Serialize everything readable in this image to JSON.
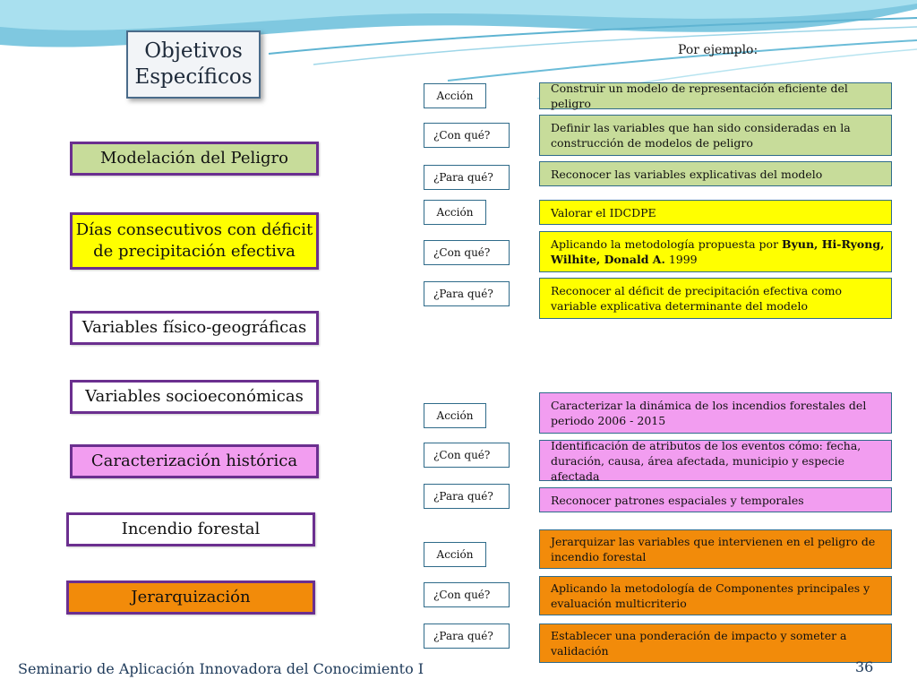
{
  "title": {
    "line1": "Objetivos",
    "line2": "Específicos"
  },
  "example_label": "Por ejemplo:",
  "left_items": [
    {
      "label": "Modelación del Peligro"
    },
    {
      "label": "Días consecutivos con déficit de precipitación efectiva"
    },
    {
      "label": "Variables físico-geográficas"
    },
    {
      "label": "Variables socioeconómicas"
    },
    {
      "label": "Caracterización histórica"
    },
    {
      "label": "Incendio forestal"
    },
    {
      "label": "Jerarquización"
    }
  ],
  "tags": {
    "accion": "Acción",
    "con_que": "¿Con qué?",
    "para_que": "¿Para qué?"
  },
  "groups": [
    {
      "color": "#c7dc9a",
      "accion": "Construir un modelo de representación eficiente del peligro",
      "con_que": "Definir las variables que han sido consideradas en la construcción de modelos de peligro",
      "para_que": "Reconocer las variables explicativas del modelo"
    },
    {
      "color": "#ffff00",
      "accion": "Valorar el IDCDPE",
      "con_que_prefix": "Aplicando la metodología propuesta por ",
      "con_que_bold": "Byun, Hi-Ryong, Wilhite, Donald A.",
      "con_que_suffix": " 1999",
      "para_que": "Reconocer al déficit de precipitación efectiva  como variable explicativa determinante del modelo"
    },
    {
      "color": "#f29df0",
      "accion": "Caracterizar la dinámica de los incendios forestales del periodo 2006 - 2015",
      "con_que": "Identificación de atributos de los eventos cómo: fecha, duración, causa, área afectada, municipio y especie afectada",
      "para_que": "Reconocer patrones espaciales y temporales"
    },
    {
      "color": "#f28b0a",
      "accion": "Jerarquizar las variables que intervienen en el peligro de incendio forestal",
      "con_que": "Aplicando la metodología de Componentes principales y evaluación multicriterio",
      "para_que": "Establecer una ponderación de impacto y someter a validación"
    }
  ],
  "footer": {
    "text": "Seminario de Aplicación Innovadora del Conocimiento I",
    "page": "36"
  }
}
